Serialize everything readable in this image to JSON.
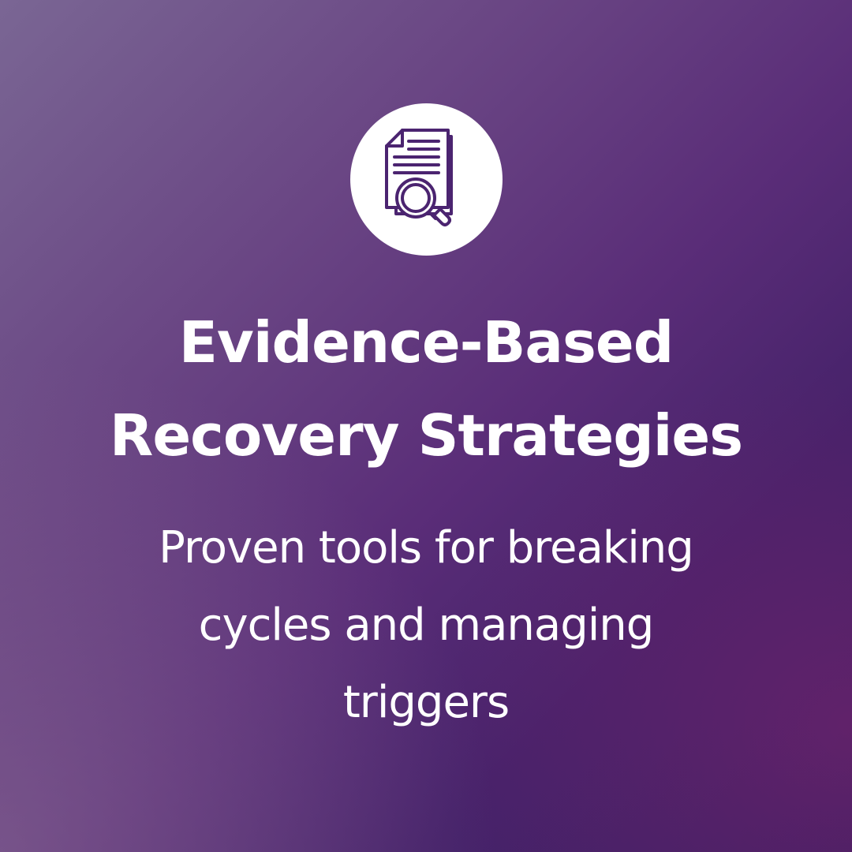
{
  "icon": {
    "name": "document-magnifier-icon",
    "circle_color": "#ffffff",
    "stroke_color": "#4b2470"
  },
  "title": {
    "lines": [
      "Evidence-Based",
      "Recovery Strategies"
    ]
  },
  "subtitle": {
    "lines": [
      "Proven tools for breaking",
      "cycles and managing",
      "triggers"
    ]
  },
  "colors": {
    "background_top_right": "#3a1f62",
    "background_bottom_right": "#7d236e",
    "background_left": "#8c6e96",
    "text": "#ffffff"
  }
}
